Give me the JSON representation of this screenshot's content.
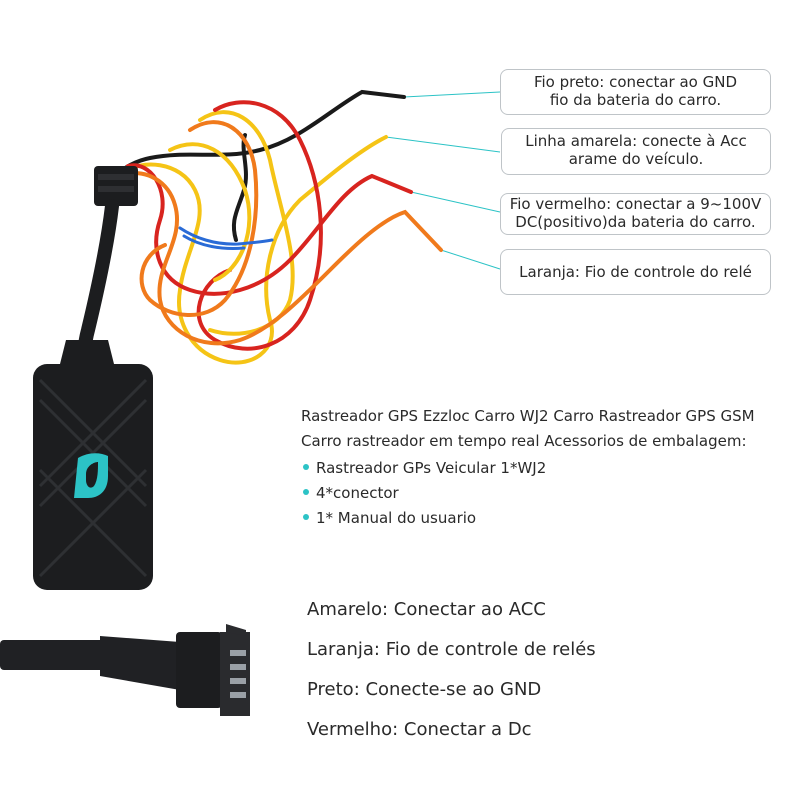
{
  "callouts": [
    {
      "line1": "Fio preto: conectar ao GND",
      "line2": "fio da bateria do carro."
    },
    {
      "line1": "Linha amarela: conecte à Acc",
      "line2": "arame do veículo."
    },
    {
      "line1": "Fio vermelho: conectar a 9~100V",
      "line2": "DC(positivo)da bateria do carro."
    },
    {
      "line1": "Laranja: Fio de controle do relé",
      "line2": ""
    }
  ],
  "description": {
    "line1": "Rastreador GPS Ezzloc Carro WJ2 Carro Rastreador GPS GSM",
    "line2": "Carro rastreador em tempo real Acessorios de embalagem:",
    "items": [
      "Rastreador GPs Veicular 1*WJ2",
      "4*conector",
      "1* Manual do usuario"
    ]
  },
  "connector_legend": [
    "Amarelo: Conectar ao ACC",
    "Laranja: Fio de controle de relés",
    "Preto: Conecte-se ao GND",
    "Vermelho: Conectar a Dc"
  ],
  "colors": {
    "accent": "#2cc3c6",
    "wire_black": "#1a1a1a",
    "wire_yellow": "#f5c416",
    "wire_red": "#d8241f",
    "wire_orange": "#f07a1c",
    "device_body": "#1c1d1f"
  }
}
